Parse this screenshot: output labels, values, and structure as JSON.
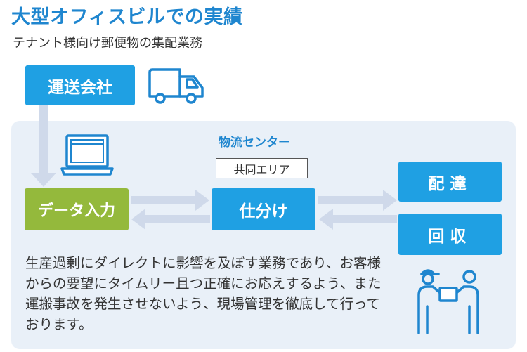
{
  "header": {
    "title": "大型オフィスビルでの実績",
    "subtitle": "テナント様向け郵便物の集配業務"
  },
  "flow": {
    "carrier": "運送会社",
    "center_label": "物流センター",
    "shared_area": "共同エリア",
    "data_input": "データ入力",
    "sorting": "仕分け",
    "delivery": "配達",
    "collection": "回収"
  },
  "description": "生産過剰にダイレクトに影響を及ぼす業務であり、お客様からの要望にタイムリー且つ正確にお応えするよう、また運搬事故を発生させないよう、現場管理を徹底して行っております。",
  "colors": {
    "accent_blue": "#1fa0e3",
    "title_blue": "#1f86cf",
    "green": "#94b93c",
    "panel": "#e9f0f8",
    "arrow": "#cfd9ea",
    "icon": "#1f86cf"
  },
  "icons": [
    "truck-icon",
    "laptop-icon",
    "handover-people-icon"
  ]
}
